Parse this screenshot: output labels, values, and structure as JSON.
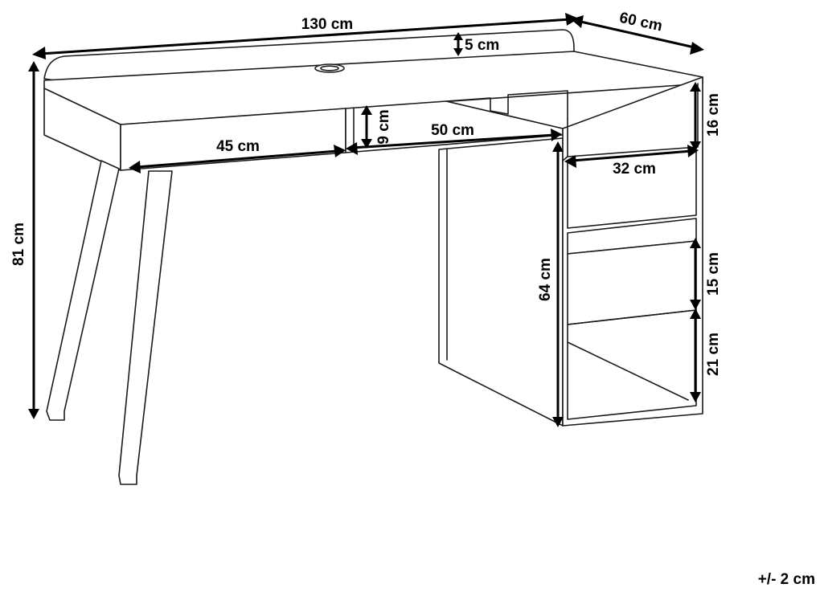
{
  "dimensions": {
    "width": "130 cm",
    "depth": "60 cm",
    "shelf_height": "5 cm",
    "drawer_height": "9 cm",
    "drawer_width": "45 cm",
    "cabinet_width": "50 cm",
    "top_compartment": "16 cm",
    "cabinet_depth": "32 cm",
    "total_height": "81 cm",
    "cabinet_height": "64 cm",
    "middle_compartment": "15 cm",
    "bottom_compartment": "21 cm"
  },
  "tolerance": "+/- 2 cm"
}
